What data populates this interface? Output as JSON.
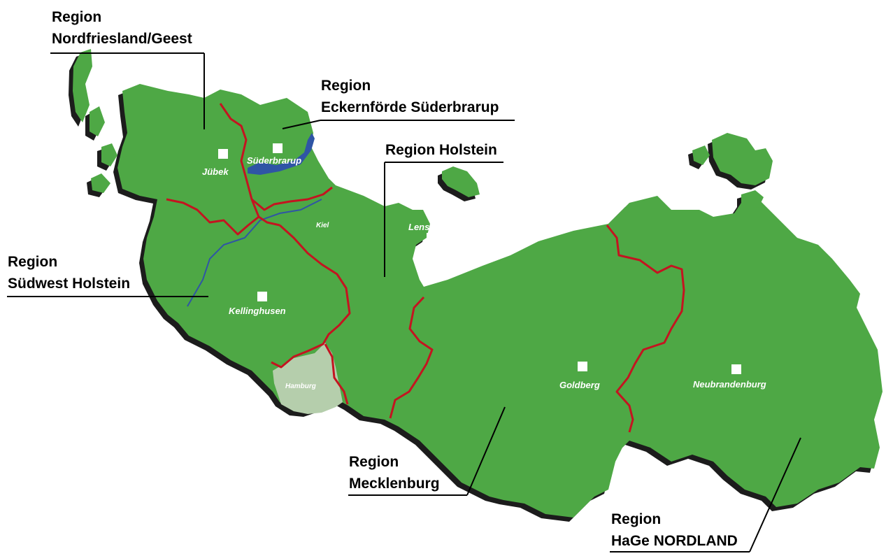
{
  "regions": {
    "nordfriesland": {
      "line1": "Region",
      "line2": "Nordfriesland/Geest"
    },
    "eckernfoerde": {
      "line1": "Region",
      "line2": "Eckernförde Süderbrarup"
    },
    "holstein": {
      "line1": "Region Holstein"
    },
    "suedwest": {
      "line1": "Region",
      "line2": "Südwest Holstein"
    },
    "mecklenburg": {
      "line1": "Region",
      "line2": "Mecklenburg"
    },
    "hage": {
      "line1": "Region",
      "line2": "HaGe NORDLAND"
    }
  },
  "cities": {
    "juebek": "Jübek",
    "suederbrarup": "Süderbrarup",
    "kiel": "Kiel",
    "lensahn": "Lensahn",
    "kellinghusen": "Kellinghusen",
    "hamburg": "Hamburg",
    "goldberg": "Goldberg",
    "neubrandenburg": "Neubrandenburg"
  },
  "colors": {
    "land": "#4ea845",
    "hamburg": "#b5ceac",
    "border": "#c41420",
    "water": "#2f55a5"
  }
}
